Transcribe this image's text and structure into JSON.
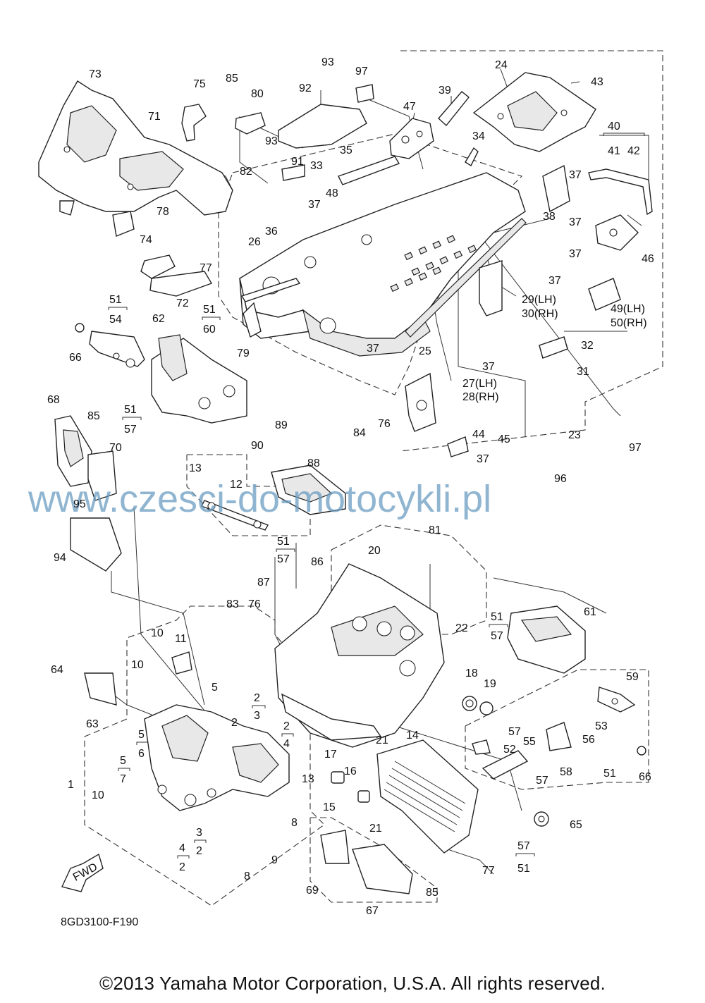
{
  "watermark": "www.czesci-do-motocykli.pl",
  "drawing_code": "8GD3100-F190",
  "copyright": "©2013 Yamaha Motor Corporation, U.S.A. All rights reserved.",
  "fwd_badge": "FWD",
  "callouts": [
    "1",
    "2",
    "3",
    "4",
    "5",
    "6",
    "7",
    "8",
    "9",
    "10",
    "11",
    "12",
    "13",
    "14",
    "15",
    "16",
    "17",
    "18",
    "19",
    "20",
    "21",
    "22",
    "23",
    "24",
    "25",
    "26",
    "27(LH)",
    "28(RH)",
    "29(LH)",
    "30(RH)",
    "31",
    "32",
    "33",
    "34",
    "35",
    "36",
    "37",
    "38",
    "39",
    "40",
    "41",
    "42",
    "43",
    "44",
    "45",
    "46",
    "47",
    "48",
    "49(LH)",
    "50(RH)",
    "51",
    "52",
    "53",
    "54",
    "55",
    "56",
    "57",
    "58",
    "59",
    "60",
    "61",
    "62",
    "63",
    "64",
    "65",
    "66",
    "67",
    "68",
    "69",
    "70",
    "71",
    "72",
    "73",
    "74",
    "75",
    "76",
    "77",
    "78",
    "79",
    "80",
    "81",
    "82",
    "83",
    "84",
    "85",
    "86",
    "87",
    "88",
    "89",
    "90",
    "91",
    "92",
    "93",
    "94",
    "95",
    "96",
    "97"
  ]
}
